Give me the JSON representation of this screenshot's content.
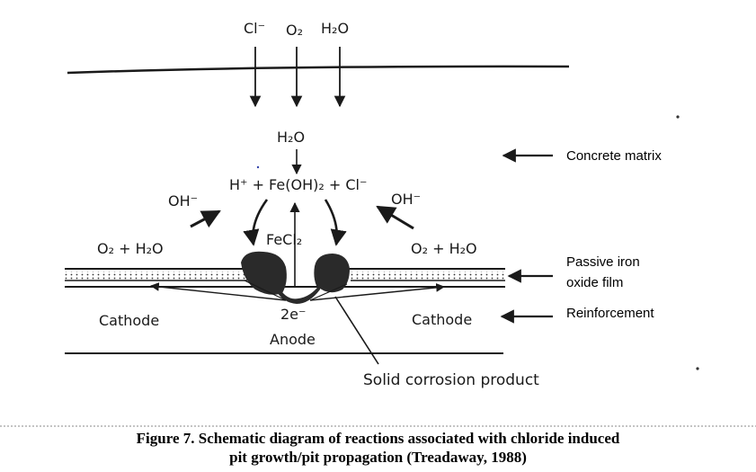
{
  "labels": {
    "cl_top": "Cl⁻",
    "o2_top": "O₂",
    "h2o_top": "H₂O",
    "h2o_mid": "H₂O",
    "reaction": "H⁺ + Fe(OH)₂ + Cl⁻",
    "oh_left": "OH⁻",
    "oh_right": "OH⁻",
    "fecl2": "FeCl₂",
    "o2h2o_left": "O₂ + H₂O",
    "o2h2o_right": "O₂ + H₂O",
    "electrons": "2e⁻",
    "cathode_left": "Cathode",
    "cathode_right": "Cathode",
    "anode": "Anode",
    "solid_product": "Solid corrosion product"
  },
  "side_labels": {
    "concrete": "Concrete matrix",
    "passive_film_line1": "Passive iron",
    "passive_film_line2": "oxide film",
    "reinforcement": "Reinforcement"
  },
  "caption": {
    "line1": "Figure 7.  Schematic diagram of reactions associated with chloride induced",
    "line2": "pit growth/pit propagation (Treadaway, 1988)"
  }
}
